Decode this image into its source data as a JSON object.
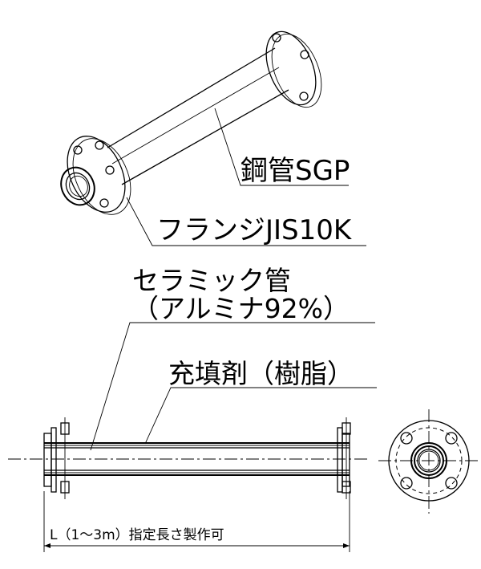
{
  "labels": {
    "steel_pipe": "鋼管SGP",
    "flange": "フランジJIS10K",
    "ceramic_pipe_line1": "セラミック管",
    "ceramic_pipe_line2": "（アルミナ92%）",
    "filler": "充填剤（樹脂）",
    "length_note": "L（1～3m）指定長さ製作可"
  }
}
